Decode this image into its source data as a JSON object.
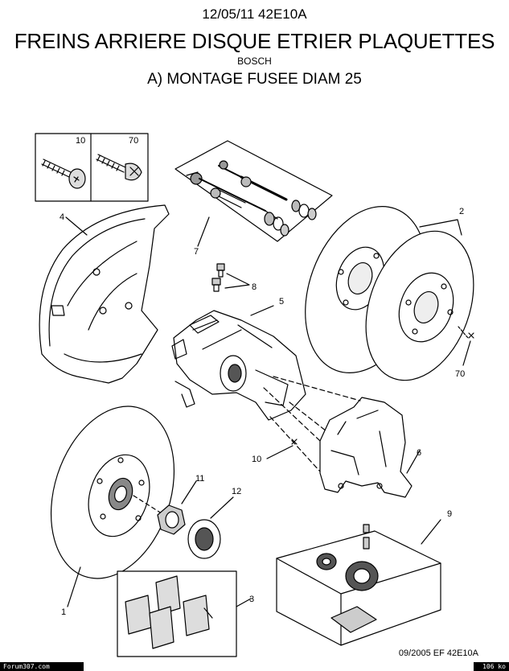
{
  "header": {
    "ref": "12/05/11 42E10A",
    "title": "FREINS ARRIERE DISQUE ETRIER PLAQUETTES",
    "brand": "BOSCH",
    "subtitle": "A) MONTAGE FUSEE DIAM 25"
  },
  "callouts": {
    "c1": "1",
    "c2": "2",
    "c3": "3",
    "c4": "4",
    "c5": "5",
    "c6": "6",
    "c7": "7",
    "c8": "8",
    "c9": "9",
    "c10a": "10",
    "c10b": "10",
    "c11": "11",
    "c12": "12",
    "c70a": "70",
    "c70b": "70"
  },
  "footer": {
    "ref": "09/2005  EF 42E10A",
    "site": "Forum307.com",
    "size": "106 ko"
  }
}
